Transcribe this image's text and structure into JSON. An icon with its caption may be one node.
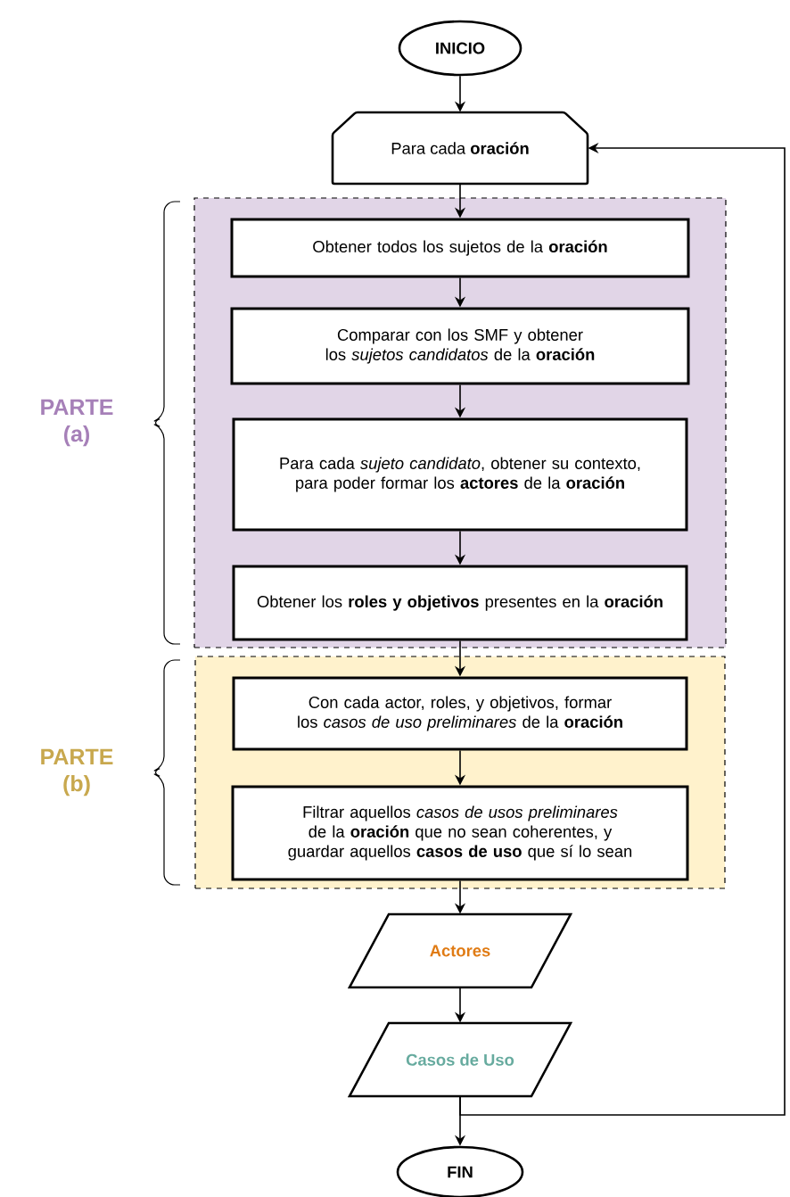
{
  "diagram": {
    "nodes": [
      {
        "text": [
          "INICIO"
        ]
      },
      {
        "text": [
          "Para cada **oración**"
        ]
      },
      {
        "text": [
          "PARTE (a)"
        ]
      },
      {
        "text": [
          "Obtener todos los sujetos de la **oración**"
        ],
        "in": 2
      },
      {
        "text": [
          "Comparar con los SMF y obtener los *sujetos candidatos* de la **oración**"
        ],
        "in": 2
      },
      {
        "text": [
          "Para cada *sujeto candidato*, obtener su contexto, para poder formar los **actores** de la **oración**"
        ],
        "in": 2
      },
      {
        "text": [
          "Obtener los **roles y objetivos** presentes en la **oración**"
        ],
        "in": 2
      },
      {
        "text": [
          "PARTE (b)"
        ]
      },
      {
        "text": [
          "Con cada actor, roles, y objetivos, formar los *casos de uso preliminares* de la **oración**"
        ],
        "in": 7
      },
      {
        "text": [
          "Filtrar aquellos *casos de usos preliminares* de la **oración** que no sean coherentes, y guardar aquellos **casos de uso** que sí lo sean"
        ],
        "in": 7
      },
      {
        "text": [
          "Actores"
        ]
      },
      {
        "text": [
          "Casos de Uso"
        ]
      },
      {
        "text": [
          "FIN"
        ]
      }
    ],
    "edges": [
      {
        "from": 0,
        "to": 1,
        "arrow": "to"
      },
      {
        "from": 1,
        "to": 3,
        "arrow": "to"
      },
      {
        "from": 3,
        "to": 4,
        "arrow": "to"
      },
      {
        "from": 4,
        "to": 5,
        "arrow": "to"
      },
      {
        "from": 5,
        "to": 6,
        "arrow": "to"
      },
      {
        "from": 6,
        "to": 8,
        "arrow": "to"
      },
      {
        "from": 8,
        "to": 9,
        "arrow": "to"
      },
      {
        "from": 9,
        "to": 10,
        "arrow": "to"
      },
      {
        "from": 10,
        "to": 11,
        "arrow": "to"
      },
      {
        "from": 11,
        "to": 12,
        "arrow": "to"
      },
      {
        "from": 11,
        "to": 1,
        "arrow": "to"
      }
    ]
  }
}
